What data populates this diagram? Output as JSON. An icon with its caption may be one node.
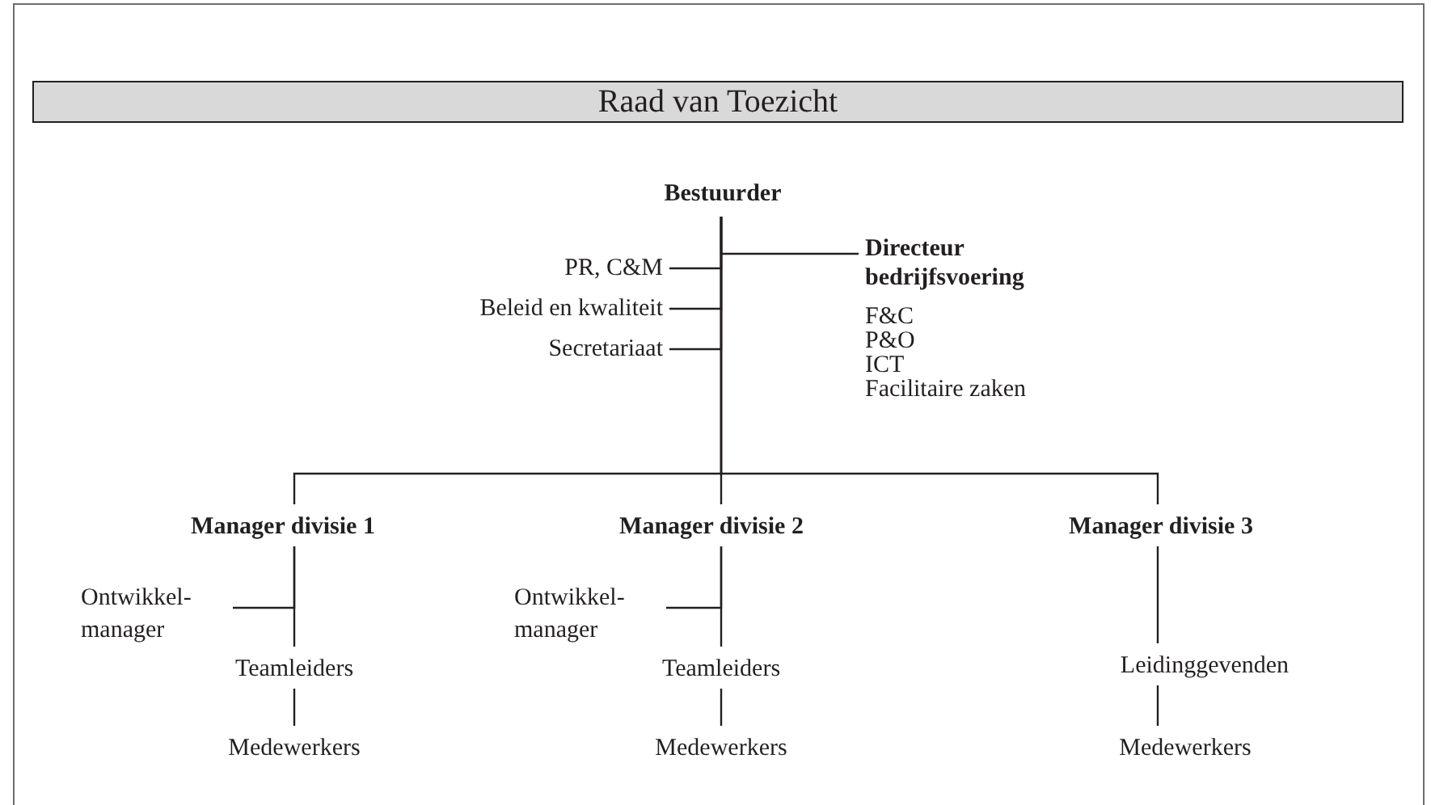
{
  "diagram": {
    "nodes": [
      {
        "text": [
          "Raad van Toezicht"
        ]
      },
      {
        "text": [
          "Bestuurder"
        ]
      },
      {
        "text": [
          "PR, C&M"
        ]
      },
      {
        "text": [
          "Beleid en kwaliteit"
        ]
      },
      {
        "text": [
          "Secretariaat"
        ]
      },
      {
        "text": [
          "Directeur bedrijfsvoering",
          "F&C",
          "P&O",
          "ICT",
          "Facilitaire zaken"
        ]
      },
      {
        "text": [
          "Manager divisie 1"
        ]
      },
      {
        "text": [
          "Manager divisie 2"
        ]
      },
      {
        "text": [
          "Manager divisie 3"
        ]
      },
      {
        "text": [
          "Ontwikkel-manager"
        ]
      },
      {
        "text": [
          "Teamleiders"
        ]
      },
      {
        "text": [
          "Medewerkers"
        ]
      },
      {
        "text": [
          "Ontwikkel-manager"
        ]
      },
      {
        "text": [
          "Teamleiders"
        ]
      },
      {
        "text": [
          "Medewerkers"
        ]
      },
      {
        "text": [
          "Leidinggevenden"
        ]
      },
      {
        "text": [
          "Medewerkers"
        ]
      }
    ],
    "edges": [
      {
        "from": 1,
        "to": 2,
        "arrow": "none"
      },
      {
        "from": 1,
        "to": 3,
        "arrow": "none"
      },
      {
        "from": 1,
        "to": 4,
        "arrow": "none"
      },
      {
        "from": 1,
        "to": 5,
        "arrow": "none"
      },
      {
        "from": 1,
        "to": 6,
        "arrow": "none"
      },
      {
        "from": 1,
        "to": 7,
        "arrow": "none"
      },
      {
        "from": 1,
        "to": 8,
        "arrow": "none"
      },
      {
        "from": 6,
        "to": 9,
        "arrow": "none"
      },
      {
        "from": 6,
        "to": 10,
        "arrow": "none"
      },
      {
        "from": 10,
        "to": 11,
        "arrow": "none"
      },
      {
        "from": 7,
        "to": 12,
        "arrow": "none"
      },
      {
        "from": 7,
        "to": 13,
        "arrow": "none"
      },
      {
        "from": 13,
        "to": 14,
        "arrow": "none"
      },
      {
        "from": 8,
        "to": 15,
        "arrow": "none"
      },
      {
        "from": 15,
        "to": 16,
        "arrow": "none"
      }
    ]
  }
}
